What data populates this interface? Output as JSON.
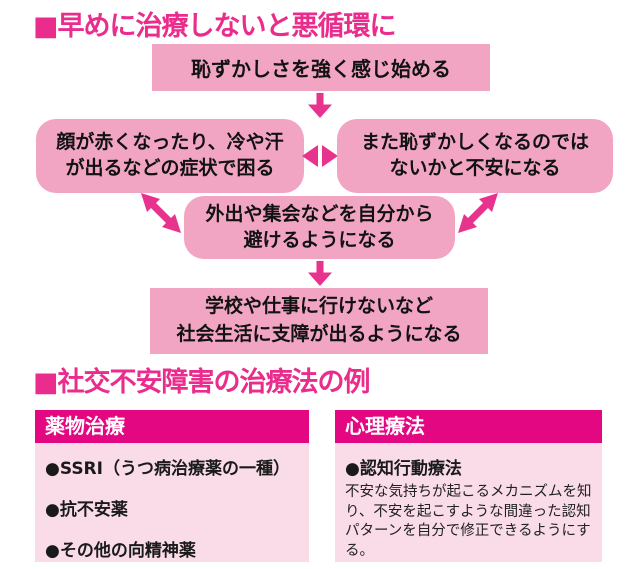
{
  "colors": {
    "title_magenta": "#EA2D8C",
    "arrow_magenta": "#E8338E",
    "flow_box_pink": "#F2A5C3",
    "column_header_magenta": "#E30781",
    "column_body_pink": "#F9DCE8"
  },
  "section1": {
    "title": "■早めに治療しないと悪循環に",
    "flow": {
      "start": "恥ずかしさを強く感じ始める",
      "symptoms": "顔が赤くなったり、冷や汗\nが出るなどの症状で困る",
      "worry": "また恥ずかしくなるのでは\nないかと不安になる",
      "avoidance": "外出や集会などを自分から\n避けるようになる",
      "impairment": "学校や仕事に行けないなど\n社会生活に支障が出るようになる"
    }
  },
  "section2": {
    "title": "■社交不安障害の治療法の例",
    "drug_therapy": {
      "header": "薬物治療",
      "items": [
        "●SSRI（うつ病治療薬の一種）",
        "●抗不安薬",
        "●その他の向精神薬"
      ]
    },
    "psychotherapy": {
      "header": "心理療法",
      "method_title": "●認知行動療法",
      "description": "不安な気持ちが起こるメカニズムを知り、不安を起こすような間違った認知パターンを自分で修正できるようにする。"
    }
  }
}
